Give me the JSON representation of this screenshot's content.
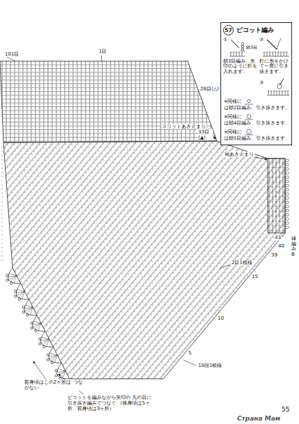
{
  "diagram": {
    "nodes": [
      {
        "text": [
          "ピコット編み",
          "①",
          "鎖3目",
          "鎖3目編み、矢印のように針を入れます。",
          "②",
          "針に糸をかけて一度に引き抜きます。",
          "③",
          "※同様に",
          "は鎖2目編み、引き抜きます。",
          "※同様に",
          "は鎖4目編み、引き抜きます。",
          "※同様に",
          "は鎖5目編み、引き抜きます。"
        ]
      },
      {
        "text": [
          "57"
        ],
        "in": 0
      }
    ],
    "labels": [
      "101目",
      "1目",
      "28目(△)",
      "スリットあき止まり",
      "33目 (▲)",
      "袖あき止まり",
      "43",
      "縁編みB",
      "40",
      "39",
      "2目1模様",
      "15",
      "10",
      "5",
      "10段1模様",
      "前身頃はこの2ヶ所は つながない",
      "ピコットを編みながら矢印の 先の目に引き抜き編みでつなぐ （後身頃は5ヶ所、前身頃は3ヶ所）",
      "55",
      "Страна Мам"
    ]
  }
}
